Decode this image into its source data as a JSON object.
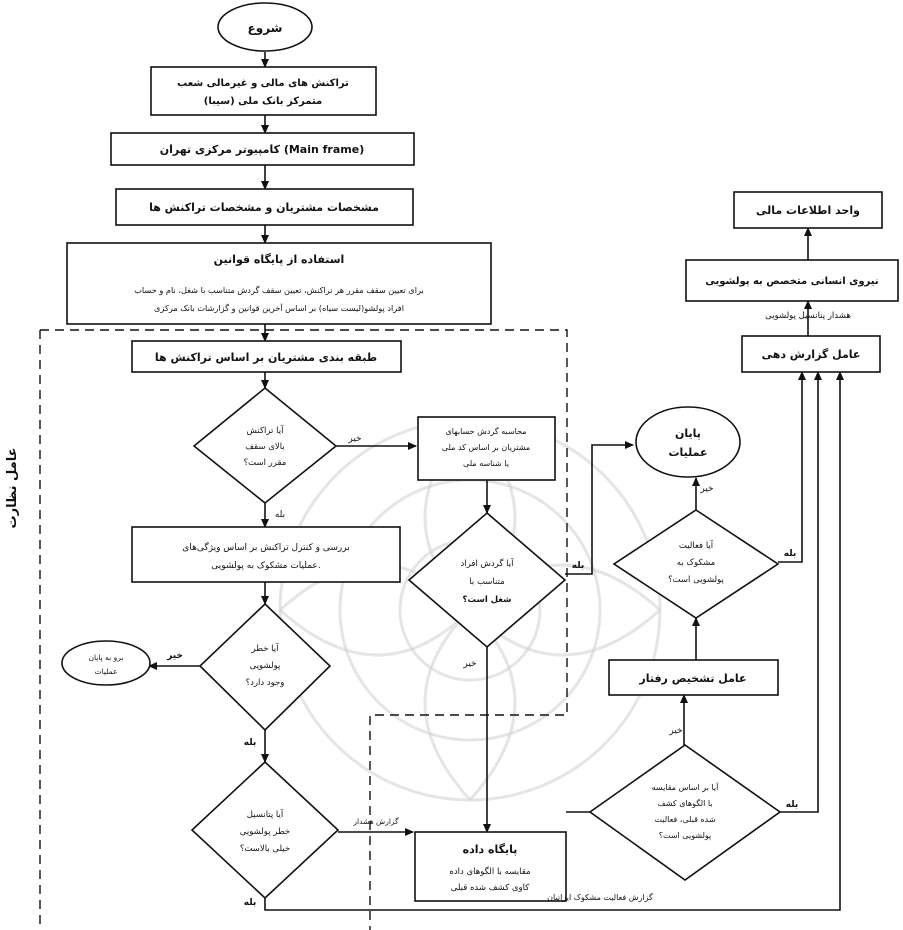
{
  "flowchart": {
    "start": "شروع",
    "transactions": [
      "تراکنش های مالی و غیرمالی شعب",
      "متمرکز بانک ملی (سیبا)"
    ],
    "mainframe": "کامپیوتر مرکزی تهران (Main frame)",
    "customer_specs": "مشخصات مشتریان و مشخصات تراکنش ها",
    "rules_base_title": "استفاده از پایگاه قوانین",
    "rules_base_body": [
      "برای تعیین سقف مقرر هر تراکنش، تعیین سقف گردش متناسب با شغل، نام و حساب",
      "افراد پولشو(لیست سیاه) بر اساس آخرین قوانین و گزارشات بانک مرکزی"
    ],
    "classify": "طبقه بندی مشتریان بر اساس تراکنش ها",
    "q_over_limit": [
      "آیا تراکنش",
      "بالای سقف",
      "مقرر است؟"
    ],
    "calc_turnover": [
      "محاسبه گردش حسابهای",
      "مشتریان بر اساس کد ملی",
      "یا شناسه ملی"
    ],
    "review": [
      "بررسی و کنترل تراکنش بر اساس ویژگی‌های",
      "عملیات مشکوک به پولشویی."
    ],
    "q_turnover_match": [
      "آیا گردش افراد",
      "متناسب با",
      "شغل است؟"
    ],
    "end_ops": [
      "پایان",
      "عملیات"
    ],
    "q_risk": [
      "آیا خطر",
      "پولشویی",
      "وجود دارد؟"
    ],
    "goto_end": [
      "برو به پایان",
      "عملیات"
    ],
    "q_high_risk": [
      "آیا پتانسیل",
      "خطر پولشویی",
      "خیلی بالاست؟"
    ],
    "database_title": "پایگاه داده",
    "database_body": [
      "مقایسه با الگوهای داده",
      "کاوی کشف شده قبلی"
    ],
    "q_pattern": [
      "آیا بر اساس مقایسه",
      "با الگوهای کشف",
      "شده قبلی، فعالیت",
      "پولشویی است؟"
    ],
    "behavior_agent": "عامل تشخیص رفتار",
    "q_suspicious": [
      "آیا فعالیت",
      "مشکوک به",
      "پولشویی است؟"
    ],
    "reporting_agent": "عامل گزارش دهی",
    "money_laundering_expert": "نیروی انسانی متخصص به پولشویی",
    "financial_intel_unit": "واحد اطلاعات مالی",
    "side_label": "عامل نظارت",
    "labels": {
      "yes": "بله",
      "no": "خیر",
      "warning_potential": "هشدار پتانسیل پولشویی",
      "report_suspicious": "گزارش فعالیت مشکوک ایرانیان",
      "report_alert": "گزارش هشدار"
    }
  }
}
